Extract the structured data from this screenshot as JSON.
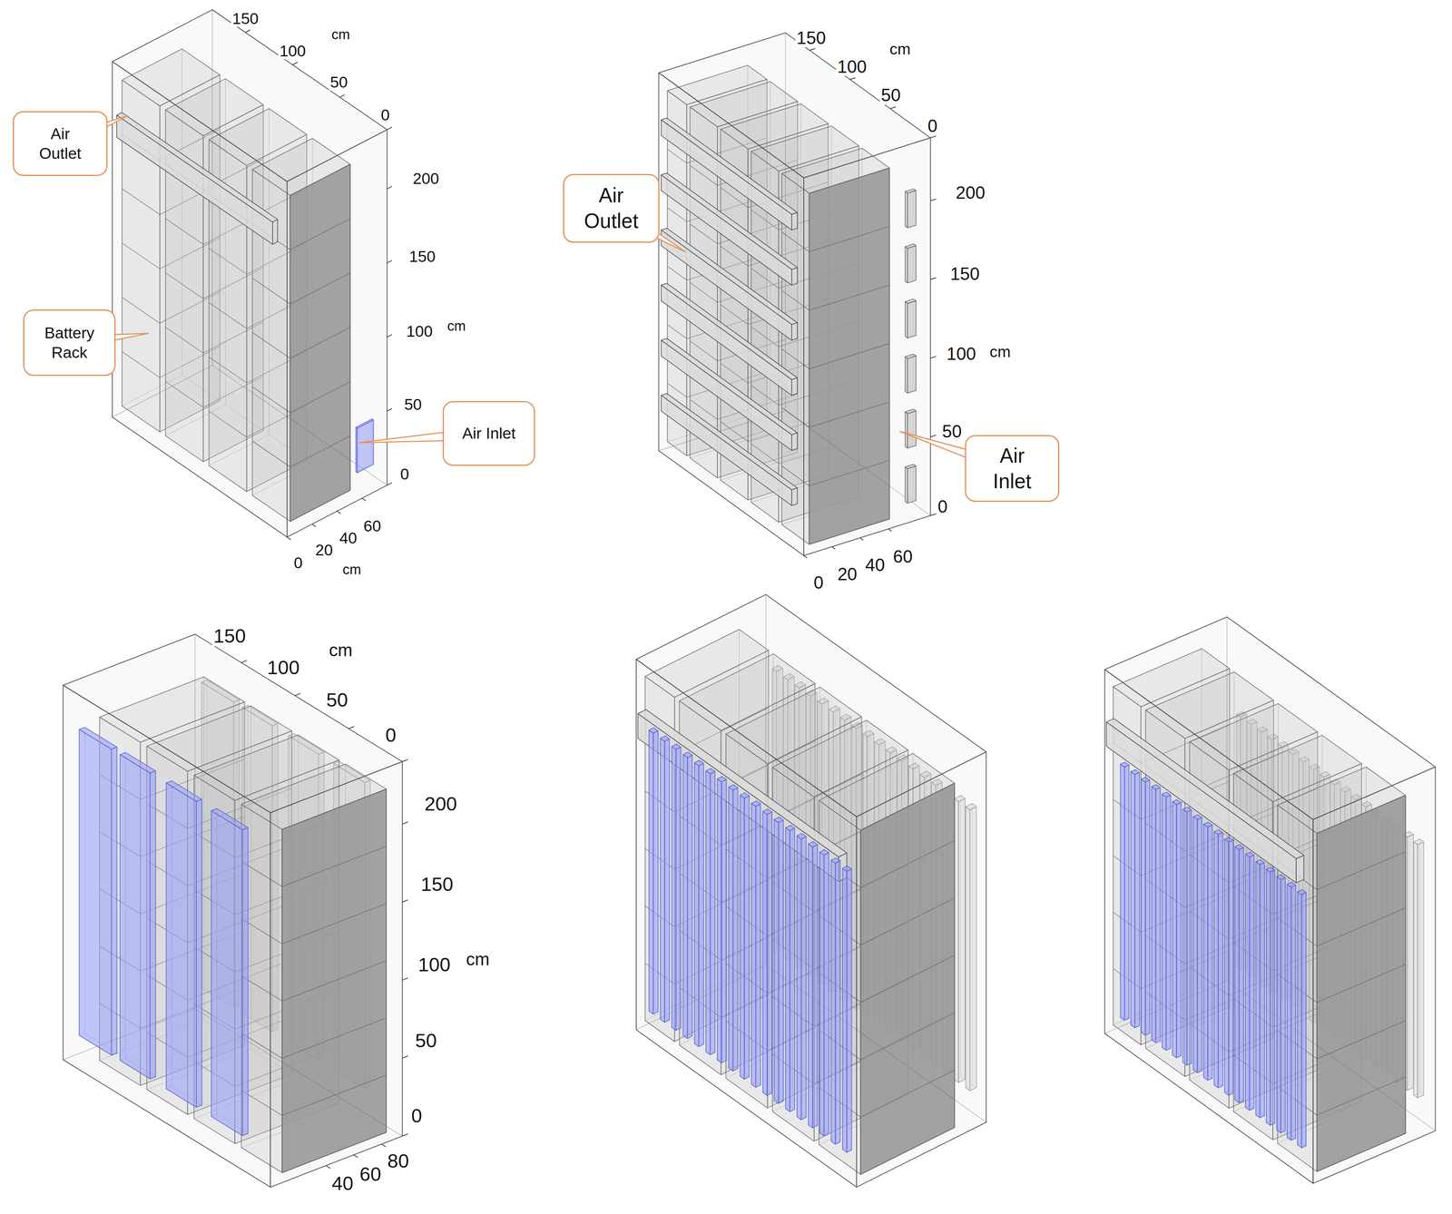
{
  "diagram": {
    "nodes": [
      {
        "text": [
          "Air Outlet"
        ]
      },
      {
        "text": [
          "Battery Rack"
        ]
      },
      {
        "text": [
          "Air Inlet"
        ]
      },
      {
        "text": [
          "Air Outlet"
        ]
      },
      {
        "text": [
          "Air Inlet"
        ]
      }
    ],
    "labels": [
      "150",
      "cm",
      "100",
      "50",
      "0",
      "200",
      "150",
      "100",
      "cm",
      "50",
      "0",
      "60",
      "40",
      "20",
      "0",
      "cm",
      "150",
      "cm",
      "100",
      "50",
      "0",
      "200",
      "150",
      "100",
      "cm",
      "50",
      "0",
      "60",
      "40",
      "20",
      "0",
      "150",
      "cm",
      "100",
      "50",
      "0",
      "200",
      "150",
      "100",
      "cm",
      "50",
      "0",
      "80",
      "60",
      "40"
    ]
  }
}
